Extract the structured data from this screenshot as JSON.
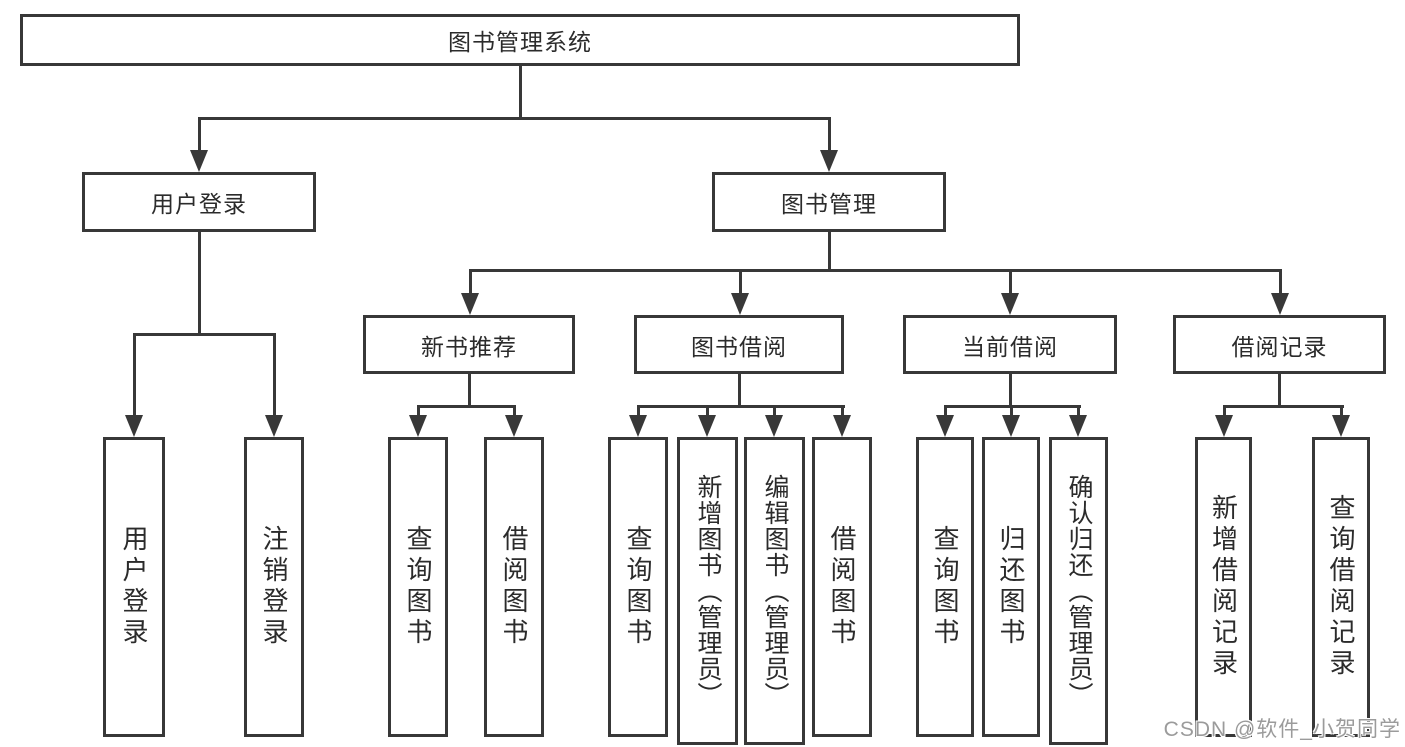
{
  "colors": {
    "line": "#383838",
    "text": "#2b2b2b",
    "watermark_text": "#9b9b9b",
    "background": "#ffffff"
  },
  "watermark": "CSDN @软件_小贺同学",
  "nodes": {
    "root": "图书管理系统",
    "user_login": "用户登录",
    "book_mgmt": "图书管理",
    "new_book": "新书推荐",
    "book_borrow": "图书借阅",
    "current_borrow": "当前借阅",
    "borrow_records": "借阅记录",
    "user_login_children": [
      "用户登录",
      "注销登录"
    ],
    "new_book_children": [
      "查询图书",
      "借阅图书"
    ],
    "book_borrow_children": [
      "查询图书",
      "新增图书（管理员）",
      "编辑图书（管理员）",
      "借阅图书"
    ],
    "current_borrow_children": [
      "查询图书",
      "归还图书",
      "确认归还（管理员）"
    ],
    "borrow_records_children": [
      "新增借阅记录",
      "查询借阅记录"
    ]
  }
}
